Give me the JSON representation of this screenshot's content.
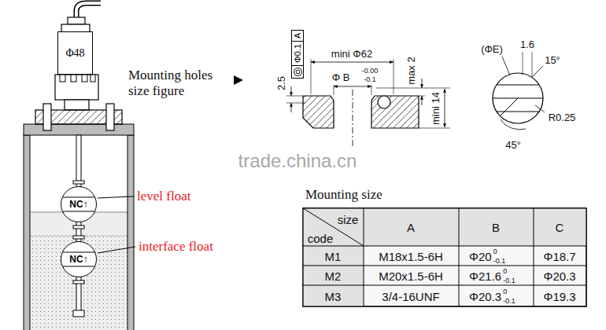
{
  "diagram": {
    "nodes": [
      {
        "text": [
          "Φ48"
        ]
      },
      {
        "text": [
          "NC↑"
        ]
      },
      {
        "text": [
          "NC↑"
        ]
      },
      {
        "text": [
          "Φ0.1",
          "A"
        ]
      }
    ],
    "labels": [
      "Mounting holes size figure",
      "level float",
      "interface float",
      "mini Φ62",
      "Φ B",
      "-0.00",
      "-0.1",
      "2.5",
      "max 2",
      "mini 14",
      "(ΦE)",
      "1.6",
      "15°",
      "R0.25",
      "45°",
      "trade.china.cn",
      "Mounting size",
      "size",
      "code",
      "A",
      "B",
      "C",
      "M1",
      "M18x1.5-6H",
      "Φ20",
      "0",
      "-0.1",
      "Φ18.7",
      "M2",
      "M20x1.5-6H",
      "Φ21.6",
      "0",
      "-0.1",
      "Φ20.3",
      "M3",
      "3/4-16UNF",
      "Φ20.3",
      "0",
      "-0.1",
      "Φ19.3"
    ]
  }
}
